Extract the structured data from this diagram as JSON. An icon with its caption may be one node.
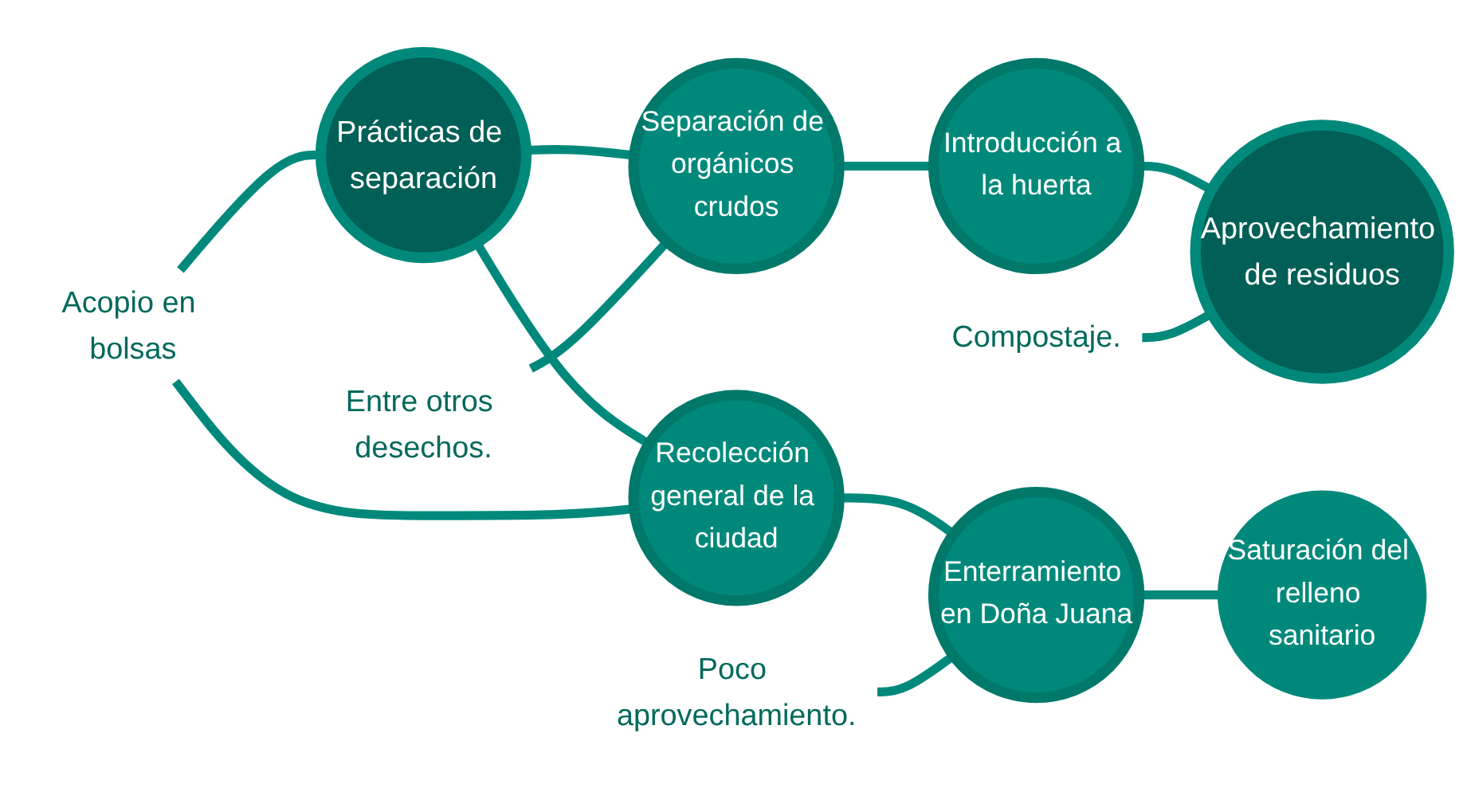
{
  "diagram": {
    "nodes": [
      {
        "text": [
          "Prácticas de separación"
        ]
      },
      {
        "text": [
          "Separación de orgánicos crudos"
        ]
      },
      {
        "text": [
          "Introducción a la huerta"
        ]
      },
      {
        "text": [
          "Aprovechamiento de residuos"
        ]
      },
      {
        "text": [
          "Recolección general de la ciudad"
        ]
      },
      {
        "text": [
          "Enterramiento en Doña Juana"
        ]
      },
      {
        "text": [
          "Saturación del relleno sanitario"
        ]
      },
      {
        "text": [
          "Entre otros desechos."
        ]
      },
      {
        "text": [
          "Compostaje."
        ]
      },
      {
        "text": [
          "Acopio en bolsas"
        ]
      },
      {
        "text": [
          "Poco aprovechamiento."
        ]
      }
    ],
    "edges": [
      {
        "from": 0,
        "to": 1,
        "arrow": "none"
      },
      {
        "from": 1,
        "to": 2,
        "arrow": "none"
      },
      {
        "from": 2,
        "to": 3,
        "arrow": "none"
      },
      {
        "from": 0,
        "to": 4,
        "arrow": "none"
      },
      {
        "from": 4,
        "to": 5,
        "arrow": "none"
      },
      {
        "from": 5,
        "to": 6,
        "arrow": "none"
      },
      {
        "from": 7,
        "to": 1,
        "arrow": "none"
      },
      {
        "from": 8,
        "to": 3,
        "arrow": "none"
      },
      {
        "from": 9,
        "to": 0,
        "arrow": "none"
      },
      {
        "from": 9,
        "to": 4,
        "arrow": "none"
      },
      {
        "from": 10,
        "to": 5,
        "arrow": "none"
      }
    ]
  }
}
